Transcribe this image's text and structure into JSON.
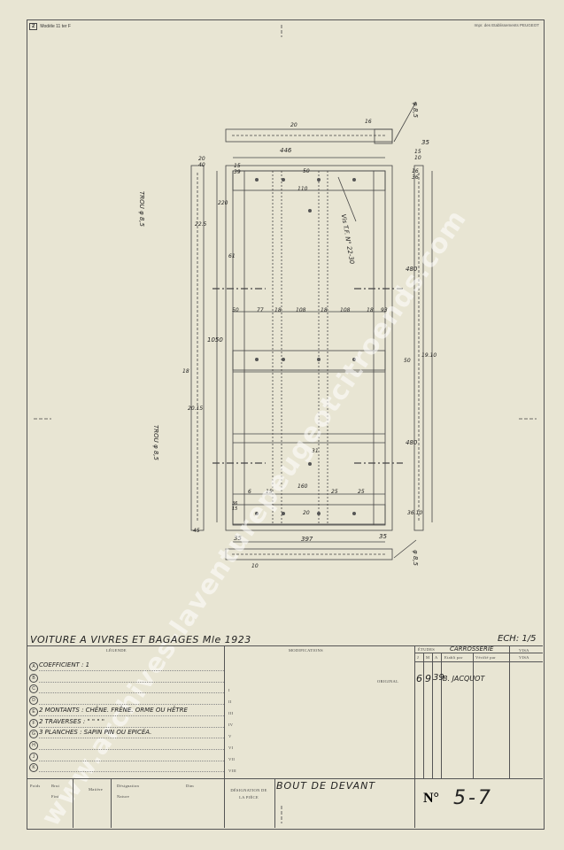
{
  "header": {
    "sheet_number": "2",
    "model_ref": "Modèle 11 ter F",
    "printer": "Impr. des Etablissements PEUGEOT"
  },
  "drawing": {
    "dims": {
      "d446": "446",
      "d20": "20",
      "d16": "16",
      "d35_top": "35",
      "d85_top": "φ 8,5",
      "d1510": "15 10",
      "d1636": "16 36",
      "d2040": "20 40",
      "d1539": "15 39",
      "d220": "220",
      "d225": "22.5",
      "d110": "110",
      "d50_top": "50",
      "d61": "61",
      "d480": "480",
      "d1050": "1050",
      "d1910": "19.10",
      "d50_mid": "50",
      "d480_low": "480",
      "d18": "18",
      "d2015": "20.15",
      "d31": "31",
      "d160": "160",
      "d3610": "36.10",
      "d35_bot": "35",
      "d397": "397",
      "d35_bot2": "35",
      "d10": "10",
      "d85_bot": "φ 8,5",
      "row_50": "50",
      "row_77": "77",
      "row_18a": "18",
      "row_108a": "108",
      "row_18b": "18",
      "row_108b": "108",
      "row_18c": "18",
      "row_93": "93",
      "b6": "6",
      "b15": "15",
      "b25": "25",
      "b25b": "25",
      "b3615": "36 15",
      "b20": "20",
      "b45": "45"
    },
    "notes": {
      "trou_top": "TROU φ 8,5",
      "trou_bot": "TROU φ 8,5",
      "vis": "Vis T.F. N° 22-30"
    }
  },
  "title_line": {
    "title": "VOITURE A VIVRES ET BAGAGES Mle 1923",
    "scale": "ECH: 1/5"
  },
  "title_block": {
    "legende_label": "LÉGENDE",
    "modifications_label": "MODIFICATIONS",
    "etudes_label": "ÉTUDES",
    "dept": "CARROSSERIE",
    "visa_label": "VISA",
    "col_j": "J",
    "col_m": "M",
    "col_a": "A",
    "col_etabli": "Etabli par",
    "col_verifie": "Vérifié par",
    "original_label": "ORIGINAL",
    "original_j": "6",
    "original_m": "9",
    "original_a": "39",
    "original_by": "B. JACQUOT",
    "legend": [
      {
        "letter": "A",
        "text": "COEFFICIENT : 1"
      },
      {
        "letter": "B",
        "text": ""
      },
      {
        "letter": "C",
        "text": ""
      },
      {
        "letter": "D",
        "text": ""
      },
      {
        "letter": "E",
        "text": "2 MONTANTS : CHÊNE. FRÊNE. ORME OU HÊTRE"
      },
      {
        "letter": "F",
        "text": "2 TRAVERSES : \"  \"  \"  \""
      },
      {
        "letter": "G",
        "text": "3 PLANCHES : SAPIN PIN OU EPICÉA."
      },
      {
        "letter": "H",
        "text": ""
      },
      {
        "letter": "J",
        "text": ""
      },
      {
        "letter": "K",
        "text": ""
      }
    ],
    "roman": [
      "I",
      "II",
      "III",
      "IV",
      "V",
      "VI",
      "VII",
      "VIII"
    ],
    "footer": {
      "poids": "Poids",
      "brut": "Brut",
      "fini": "Fini",
      "matiere": "Matière",
      "designation_mat": "Désignation",
      "dim": "Dim",
      "nature": "Nature",
      "designation_piece": "DÉSIGNATION DE LA PIÈCE",
      "piece_name": "BOUT DE DEVANT",
      "no_label": "N°",
      "no_value": "5-7"
    }
  },
  "watermark": "www.archives-laventurepeugeotcitroends.com"
}
